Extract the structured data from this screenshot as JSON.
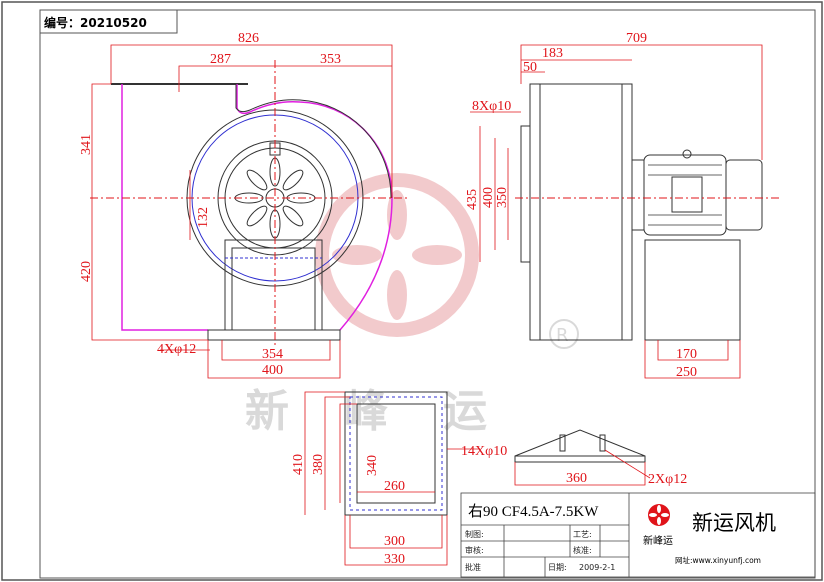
{
  "header": {
    "serial_label": "编号：",
    "serial_value": "20210520"
  },
  "front_view": {
    "dims": {
      "overall_width": "826",
      "left_offset": "287",
      "right_offset": "353",
      "upper_height": "341",
      "lower_height": "420",
      "motor_offset": "132",
      "base_holes": "4Xφ12",
      "base_inner": "354",
      "base_outer": "400"
    }
  },
  "side_view": {
    "dims": {
      "outlet_depth": "183",
      "overall_depth": "709",
      "flange": "50",
      "flange_holes": "8Xφ10",
      "outlet_435": "435",
      "outlet_400": "400",
      "outlet_350": "350",
      "stand_inner": "170",
      "stand_outer": "250"
    }
  },
  "outlet_flange_view": {
    "dims": {
      "h_410": "410",
      "h_380": "380",
      "h_340": "340",
      "w_260": "260",
      "holes": "14Xφ10",
      "w_300": "300",
      "w_330": "330"
    }
  },
  "inlet_view": {
    "dims": {
      "diameter": "360",
      "holes": "2Xφ12"
    }
  },
  "watermark": {
    "text": "新峰运",
    "mark": "®",
    "color": "#e8a0a4"
  },
  "title_block": {
    "model": "右90 CF4.5A-7.5KW",
    "labels": {
      "drawn": "制图:",
      "process": "工艺:",
      "review": "审核:",
      "approve": "核准:",
      "batch": "批准",
      "date": "日期:"
    },
    "date_value": "2009-2-1",
    "logo_text": "新峰运",
    "company": "新运风机",
    "website": "网址:www.xinyunfj.com"
  },
  "colors": {
    "dimension": "#e0141a",
    "outline": "#333333",
    "bolt_circle": "#3030d0",
    "casing_highlight": "#e020e0"
  }
}
